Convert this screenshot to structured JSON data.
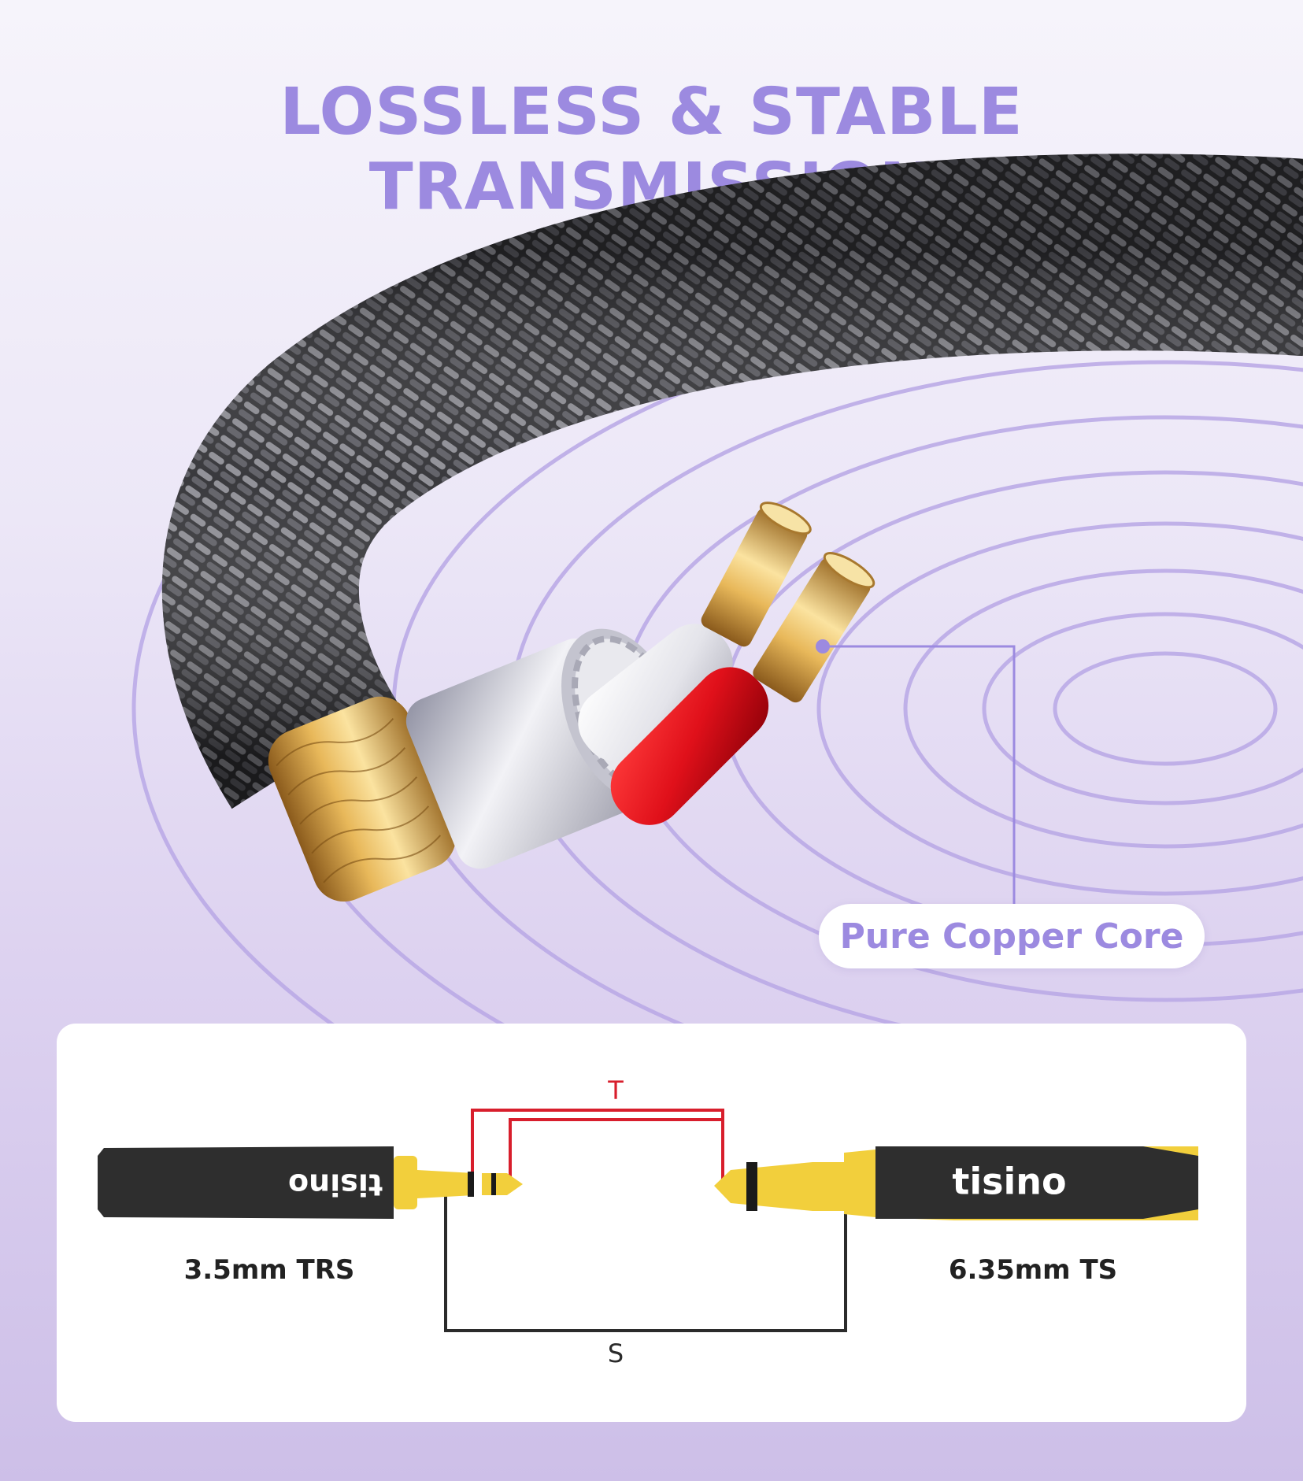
{
  "headline": "LOSSLESS & STABLE TRANSMISSION",
  "callout": "Pure Copper Core",
  "diagram": {
    "left_plug": {
      "brand": "tisino",
      "label": "3.5mm TRS"
    },
    "right_plug": {
      "brand": "tisino",
      "label": "6.35mm TS"
    },
    "tip_wire_label": "T",
    "sleeve_wire_label": "S"
  },
  "colors": {
    "accent": "#9c8ae0",
    "tip_wire": "#d81e2c",
    "sleeve_wire": "#2b2b2b",
    "plug_gold": "#f2cf3c",
    "plug_body": "#2e2e2e"
  }
}
